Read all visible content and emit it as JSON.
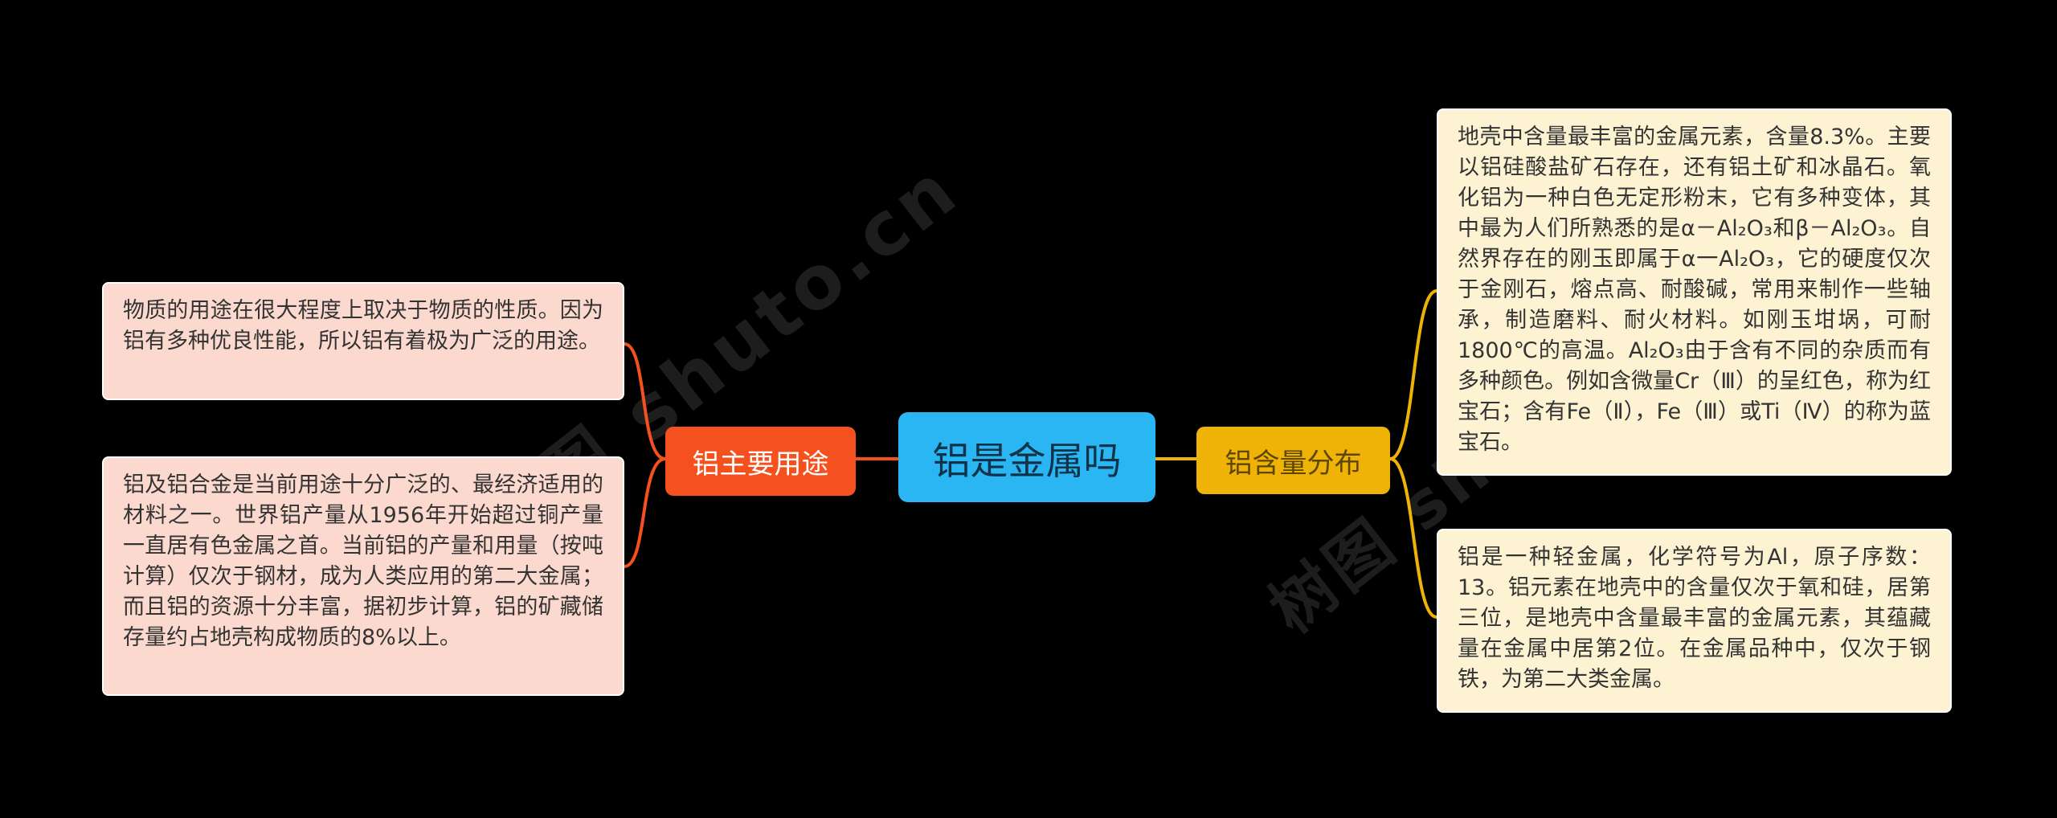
{
  "colors": {
    "background": "#000000",
    "center-bg": "#29b6f2",
    "center-text": "#103349",
    "left-node-bg": "#f4511e",
    "left-node-text": "#ffffff",
    "right-node-bg": "#eeb306",
    "right-node-text": "#5d4504",
    "pink-box-bg": "#fbd9ce",
    "cream-box-bg": "#fdf3d2",
    "box-text": "#333333",
    "left-line": "#f4511e",
    "right-line": "#eeb306",
    "watermark": "#1d1d1d"
  },
  "center": {
    "label": "铝是金属吗"
  },
  "left_branch": {
    "label": "铝主要用途",
    "notes": [
      {
        "text": "物质的用途在很大程度上取决于物质的性质。因为铝有多种优良性能，所以铝有着极为广泛的用途。"
      },
      {
        "text": "铝及铝合金是当前用途十分广泛的、最经济适用的材料之一。世界铝产量从1956年开始超过铜产量一直居有色金属之首。当前铝的产量和用量（按吨计算）仅次于钢材，成为人类应用的第二大金属；而且铝的资源十分丰富，据初步计算，铝的矿藏储存量约占地壳构成物质的8%以上。"
      }
    ]
  },
  "right_branch": {
    "label": "铝含量分布",
    "notes": [
      {
        "text": "地壳中含量最丰富的金属元素，含量8.3%。主要以铝硅酸盐矿石存在，还有铝土矿和冰晶石。氧化铝为一种白色无定形粉末，它有多种变体，其中最为人们所熟悉的是α－Al₂O₃和β－Al₂O₃。自然界存在的刚玉即属于α一Al₂O₃，它的硬度仅次于金刚石，熔点高、耐酸碱，常用来制作一些轴承，制造磨料、耐火材料。如刚玉坩埚，可耐1800℃的高温。Al₂O₃由于含有不同的杂质而有多种颜色。例如含微量Cr（Ⅲ）的呈红色，称为红宝石；含有Fe（Ⅱ），Fe（Ⅲ）或Ti（Ⅳ）的称为蓝宝石。"
      },
      {
        "text": "铝是一种轻金属，化学符号为Al，原子序数：13。铝元素在地壳中的含量仅次于氧和硅，居第三位，是地壳中含量最丰富的金属元素，其蕴藏量在金属中居第2位。在金属品种中，仅次于钢铁，为第二大类金属。"
      }
    ]
  },
  "watermarks": {
    "left": "树图 shuto.cn",
    "right": "树图 shuto.cn"
  }
}
